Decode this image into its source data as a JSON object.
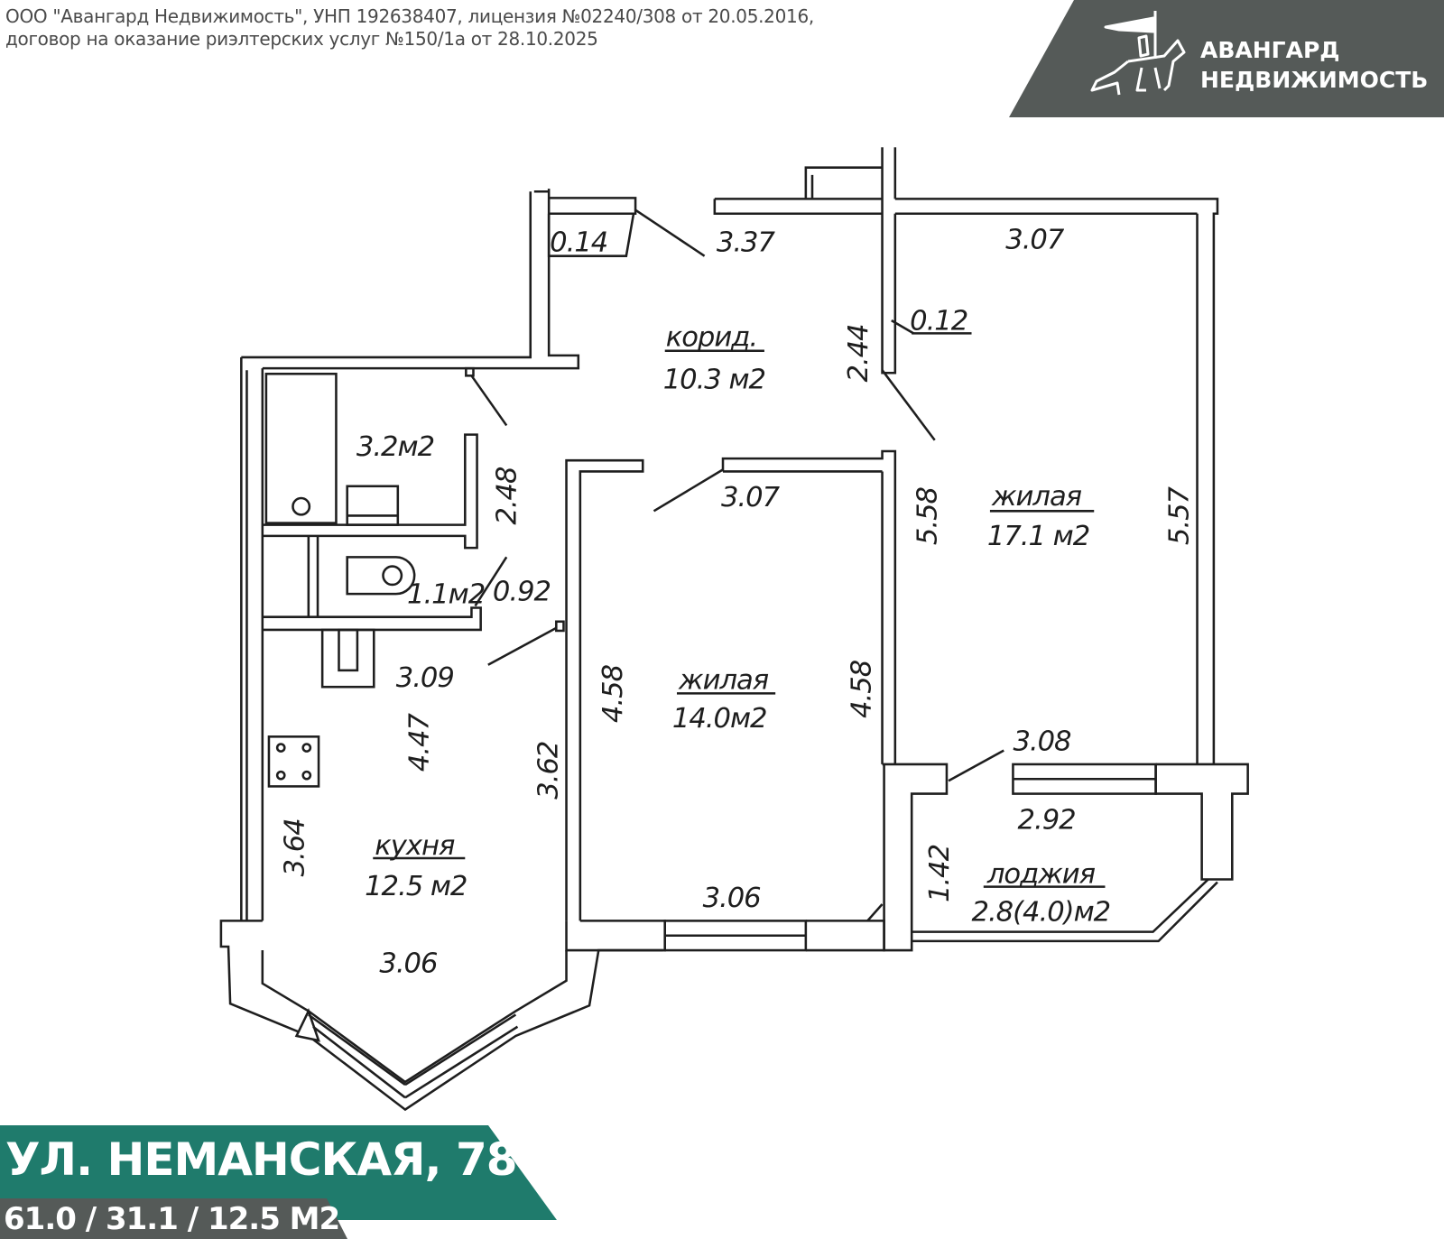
{
  "header": {
    "legal_line_1": "ООО \"Авангард Недвижимость\", УНП 192638407, лицензия №02240/308 от 20.05.2016,",
    "legal_line_2": "договор на оказание риэлтерских услуг №150/1а от 28.10.2025"
  },
  "logo": {
    "line_1": "АВАНГАРД",
    "line_2": "НЕДВИЖИМОСТЬ",
    "icon": "knight-on-horse-icon",
    "band_color": "#555a58"
  },
  "plan": {
    "rooms": {
      "corridor": {
        "name": "корид.",
        "area": "10.3 м2"
      },
      "bathroom": {
        "area": "3.2м2"
      },
      "wc": {
        "area": "1.1м2"
      },
      "living_large": {
        "name": "жилая",
        "area": "17.1 м2"
      },
      "living_small": {
        "name": "жилая",
        "area": "14.0м2"
      },
      "kitchen": {
        "name": "кухня",
        "area": "12.5 м2"
      },
      "loggia": {
        "name": "лоджия",
        "area": "2.8(4.0)м2"
      }
    },
    "dimensions": {
      "niche": "0.14",
      "corridor_top": "3.37",
      "corridor_side": "2.44",
      "partition": "0.12",
      "living_large_top": "3.07",
      "living_large_left": "5.58",
      "living_large_right": "5.57",
      "living_large_bottom": "3.08",
      "bath_side": "2.48",
      "wc_width": "0.92",
      "living_small_top": "3.07",
      "living_small_left": "4.58",
      "living_small_right": "4.58",
      "living_small_bottom": "3.06",
      "kitchen_top": "3.09",
      "kitchen_mid": "4.47",
      "kitchen_right": "3.62",
      "kitchen_left": "3.64",
      "kitchen_bottom": "3.06",
      "loggia_width": "2.92",
      "loggia_depth": "1.42"
    }
  },
  "banner": {
    "address": "УЛ. НЕМАНСКАЯ, 78",
    "areas": "61.0 / 31.1 / 12.5 М2",
    "color": "#1f7b6c",
    "sub_color": "#555a58"
  }
}
